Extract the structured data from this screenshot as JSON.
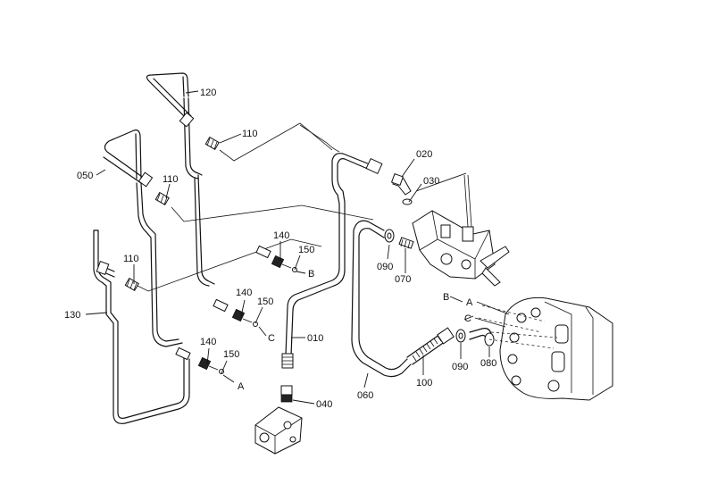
{
  "labels": {
    "p010": "010",
    "p020": "020",
    "p030": "030",
    "p040": "040",
    "p050": "050",
    "p060": "060",
    "p070": "070",
    "p080": "080",
    "p090a": "090",
    "p090b": "090",
    "p100": "100",
    "p110a": "110",
    "p110b": "110",
    "p110c": "110",
    "p120": "120",
    "p130": "130",
    "p140a": "140",
    "p140b": "140",
    "p140c": "140",
    "p150a": "150",
    "p150b": "150",
    "p150c": "150",
    "refA1": "A",
    "refB1": "B",
    "refC1": "C",
    "refA2": "A",
    "refB2": "B",
    "refC2": "C"
  }
}
